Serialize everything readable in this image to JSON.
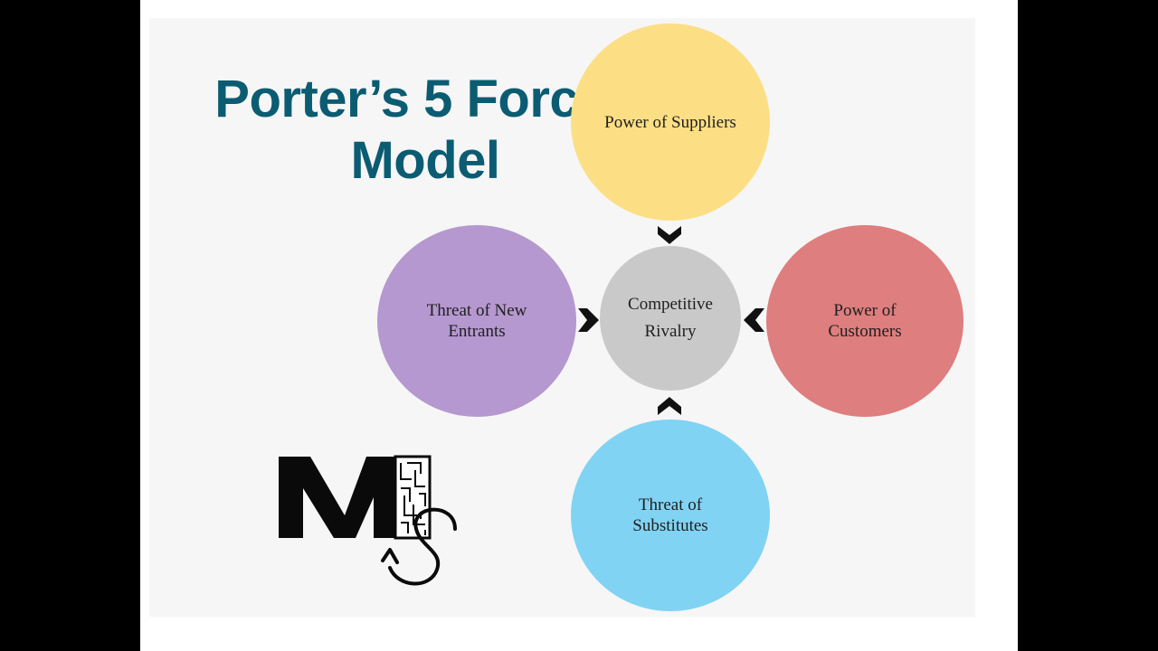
{
  "title": {
    "line1": "Porter’s 5 Forces",
    "line2": "Model"
  },
  "colors": {
    "title": "#0b5c72",
    "suppliers": "#fcdf85",
    "new_entrants": "#b598cf",
    "rivalry": "#c9c9c9",
    "customers": "#de7e7e",
    "substitutes": "#80d3f3",
    "arrows": "#111111"
  },
  "forces": {
    "suppliers": "Power of Suppliers",
    "new_entrants": "Threat of New Entrants",
    "rivalry": "Competitive Rivalry",
    "customers": "Power of Customers",
    "substitutes": "Threat of Substitutes"
  },
  "logo": {
    "icon": "ms-maze-logo"
  }
}
